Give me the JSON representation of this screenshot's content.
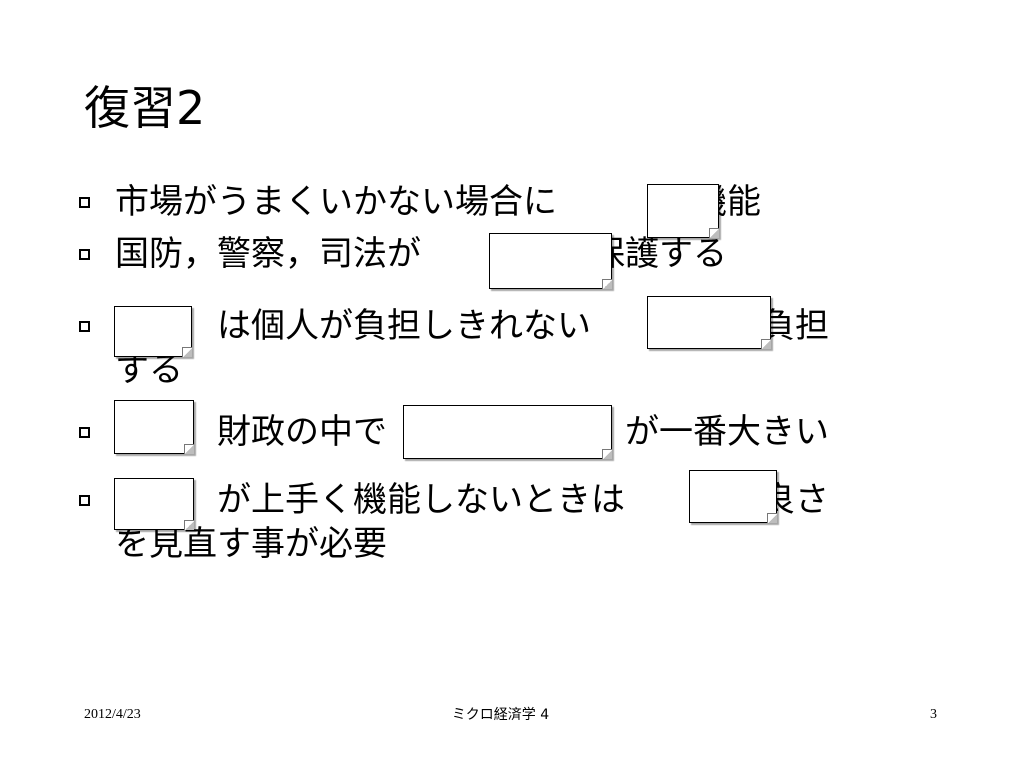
{
  "slide": {
    "title": "復習2",
    "bullets": [
      {
        "line1": "市場がうまくいかない場合に　　　が機能"
      },
      {
        "line1": "国防，警察，司法が　　　　を保護する"
      },
      {
        "line1": "　　　は個人が負担しきれない　　　　も負担",
        "line2": "する"
      },
      {
        "line1": "　　　財政の中で　　　　　　　が一番大きい"
      },
      {
        "line1": "　　　が上手く機能しないときは　　　の良さ",
        "line2": "を見直す事が必要"
      }
    ]
  },
  "footer": {
    "date": "2012/4/23",
    "course": "ミクロ経済学 4",
    "page": "3"
  }
}
